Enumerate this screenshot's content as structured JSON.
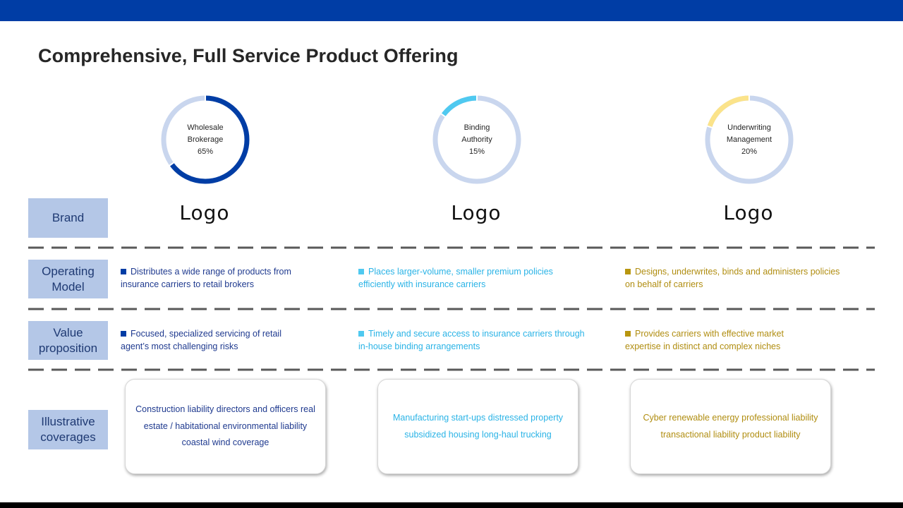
{
  "title": "Comprehensive, Full Service Product Offering",
  "colors": {
    "header_bar": "#003da5",
    "ring_base": "#c9d6ee",
    "wholesale": "#003da5",
    "binding": "#4fc9f0",
    "underwriting": "#fbe38a",
    "label_bg": "#b4c7e7"
  },
  "segments": [
    {
      "line1": "Wholesale",
      "line2": "Brokerage",
      "pct_label": "65%",
      "fraction": 0.65
    },
    {
      "line1": "Binding",
      "line2": "Authority",
      "pct_label": "15%",
      "fraction": 0.15
    },
    {
      "line1": "Underwriting",
      "line2": "Management",
      "pct_label": "20%",
      "fraction": 0.2
    }
  ],
  "rows": {
    "brand": "Brand",
    "operating_model": "Operating Model",
    "value_proposition": "Value proposition",
    "illustrative_coverages": "Illustrative coverages"
  },
  "logos": [
    "Logo",
    "Logo",
    "Logo"
  ],
  "operating_model": [
    {
      "line1": "Distributes a wide range of products  from",
      "line2": "insurance carriers to retail brokers"
    },
    {
      "line1": "Places larger-volume, smaller premium policies",
      "line2": "efficiently with insurance carriers"
    },
    {
      "line1": "Designs, underwrites, binds and administers  policies",
      "line2": "on behalf of carriers"
    }
  ],
  "value_proposition": [
    {
      "line1": "Focused, specialized servicing of  retail",
      "line2": "agent’s most challenging risks"
    },
    {
      "line1": "Timely and secure access to insurance carriers through",
      "line2": "in-house binding  arrangements"
    },
    {
      "line1": "Provides carriers with effective market",
      "line2": "expertise in distinct and complex niches"
    }
  ],
  "coverages": [
    "Construction liability  directors and officers  real estate / habitational environmental liability  coastal wind coverage",
    "Manufacturing  start-ups  distressed property subsidized  housing   long-haul trucking",
    "Cyber renewable energy professional  liability transactional liability product liability"
  ]
}
